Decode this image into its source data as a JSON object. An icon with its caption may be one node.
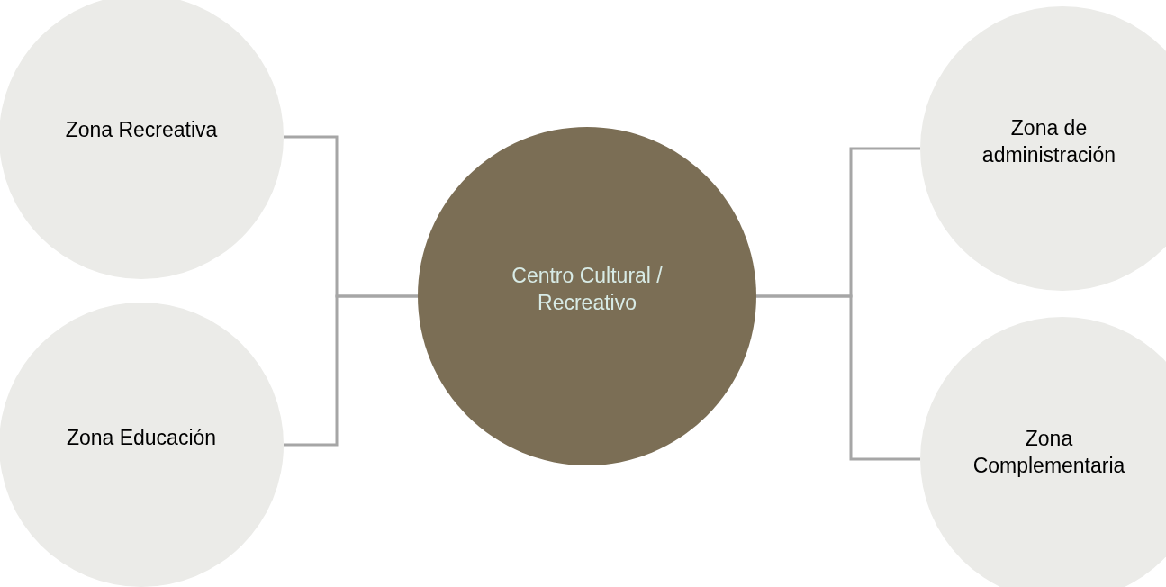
{
  "diagram": {
    "nodes": [
      {
        "text": [
          "Zona Recreativa"
        ]
      },
      {
        "text": [
          "Zona de administración"
        ]
      },
      {
        "text": [
          "Centro Cultural / Recreativo"
        ]
      },
      {
        "text": [
          "Zona Educación"
        ]
      },
      {
        "text": [
          "Zona Complementaria"
        ]
      }
    ],
    "edges": [
      {
        "from": 2,
        "to": 0,
        "arrow": "none"
      },
      {
        "from": 2,
        "to": 3,
        "arrow": "none"
      },
      {
        "from": 2,
        "to": 1,
        "arrow": "none"
      },
      {
        "from": 2,
        "to": 4,
        "arrow": "none"
      }
    ]
  }
}
